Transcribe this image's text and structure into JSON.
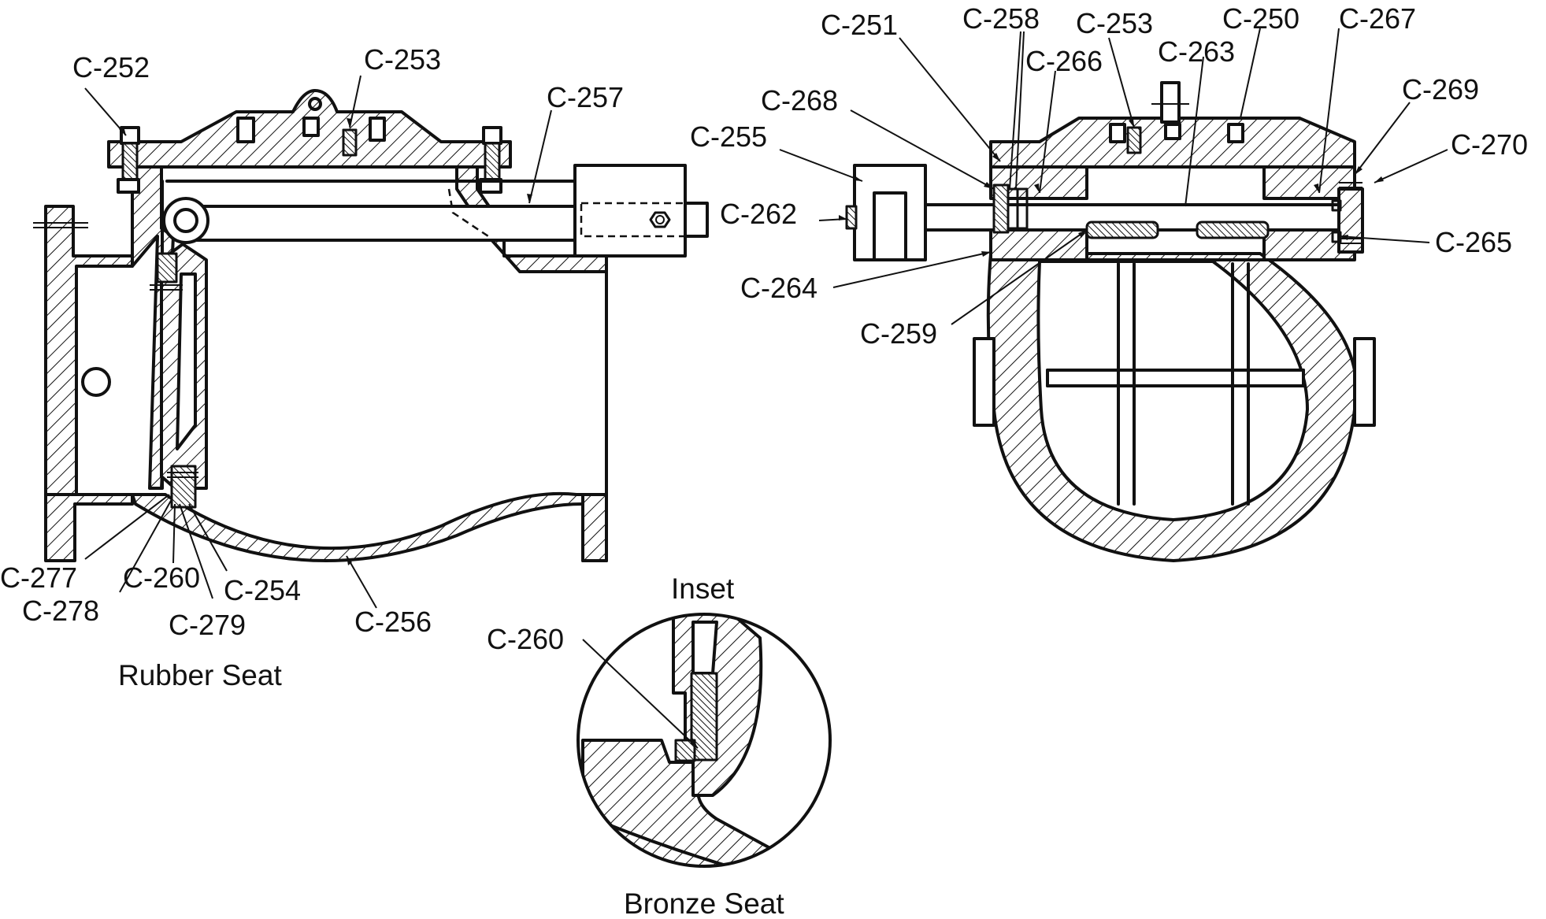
{
  "labels": {
    "c252": "C-252",
    "c253_left": "C-253",
    "c257": "C-257",
    "c277": "C-277",
    "c278": "C-278",
    "c260_left": "C-260",
    "c279": "C-279",
    "c254": "C-254",
    "c256": "C-256",
    "c251": "C-251",
    "c258": "C-258",
    "c253_right": "C-253",
    "c250": "C-250",
    "c267": "C-267",
    "c266": "C-266",
    "c263": "C-263",
    "c268": "C-268",
    "c269": "C-269",
    "c255": "C-255",
    "c270": "C-270",
    "c262": "C-262",
    "c265": "C-265",
    "c264": "C-264",
    "c259": "C-259",
    "c260_inset": "C-260"
  },
  "captions": {
    "rubber_seat": "Rubber Seat",
    "inset": "Inset",
    "bronze_seat": "Bronze Seat"
  },
  "colors": {
    "ink": "#111111",
    "paper": "#ffffff"
  }
}
